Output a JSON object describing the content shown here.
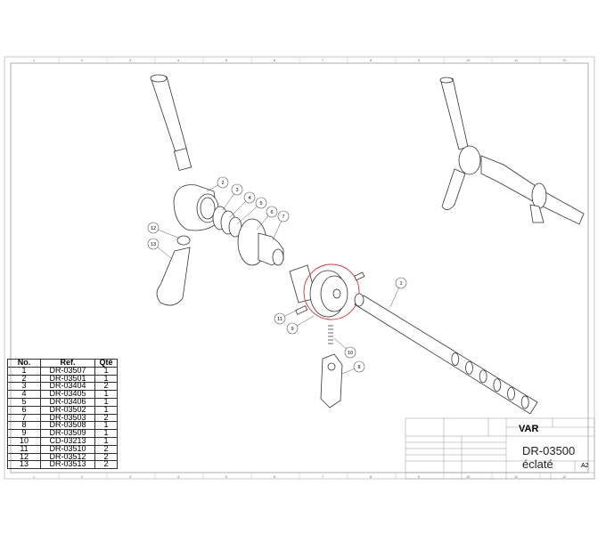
{
  "bom": {
    "headers": [
      "No.",
      "Ref.",
      "Qté"
    ],
    "rows": [
      [
        "1",
        "DR-03507",
        "1"
      ],
      [
        "2",
        "DR-03501",
        "1"
      ],
      [
        "3",
        "DR-03404",
        "2"
      ],
      [
        "4",
        "DR-03405",
        "1"
      ],
      [
        "5",
        "DR-03406",
        "1"
      ],
      [
        "6",
        "DR-03502",
        "1"
      ],
      [
        "7",
        "DR-03503",
        "2"
      ],
      [
        "8",
        "DR-03508",
        "1"
      ],
      [
        "9",
        "DR-03509",
        "1"
      ],
      [
        "10",
        "CD-03213",
        "1"
      ],
      [
        "11",
        "DR-03510",
        "2"
      ],
      [
        "12",
        "DR-03512",
        "2"
      ],
      [
        "13",
        "DR-03513",
        "2"
      ]
    ]
  },
  "title_block": {
    "company": "VAR",
    "title": "DR-03500 éclaté",
    "sheet_size": "A2"
  },
  "zones": [
    "1",
    "2",
    "3",
    "4",
    "5",
    "6",
    "7",
    "8",
    "9",
    "10",
    "11",
    "12"
  ],
  "balloons": [
    "1",
    "2",
    "3",
    "4",
    "5",
    "6",
    "7",
    "8",
    "9",
    "10",
    "11",
    "12",
    "13"
  ],
  "colors": {
    "highlight": "#e03030",
    "line": "#333333"
  }
}
